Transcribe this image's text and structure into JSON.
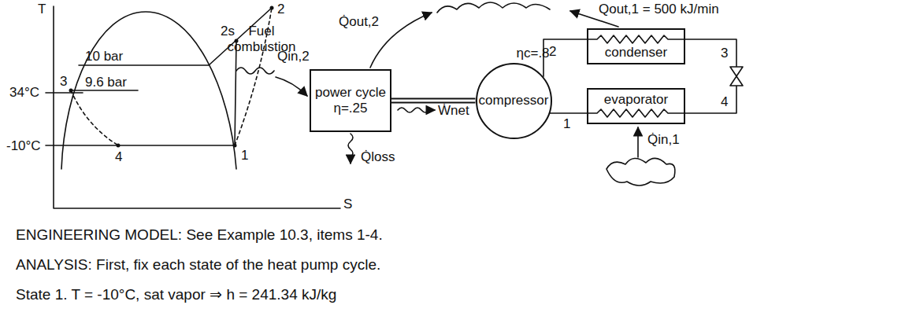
{
  "diagram": {
    "nodes": [
      {
        "text": [
          "power cycle",
          "η=.25"
        ]
      },
      {
        "text": [
          "compressor",
          "ηc=.8"
        ]
      },
      {
        "text": [
          "condenser"
        ]
      },
      {
        "text": [
          "evaporator"
        ]
      }
    ],
    "edges": [
      {
        "from": 0,
        "to": 1,
        "arrow": "none"
      },
      {
        "from": 1,
        "to": 2,
        "arrow": "none"
      },
      {
        "from": 2,
        "to": 3,
        "arrow": "none"
      },
      {
        "from": 3,
        "to": 1,
        "arrow": "none"
      }
    ],
    "labels": [
      "T",
      "10 bar",
      "9.6 bar",
      "34°C",
      "3",
      "2s",
      "2",
      "-10°C",
      "4",
      "1",
      "S",
      "Fuel combustion",
      "Q̇in,2",
      "Q̇out,2",
      "Qout,1 = 500 kJ/min",
      "Ẇnet",
      "Q̇loss",
      "2",
      "1",
      "3",
      "4",
      "Q̇in,1",
      "ENGINEERING MODEL: See Example 10.3, items 1-4.",
      "ANALYSIS: First, fix each state of the heat pump cycle.",
      "State 1. T = -10°C, sat vapor ⇒ h = 241.34 kJ/kg"
    ]
  }
}
